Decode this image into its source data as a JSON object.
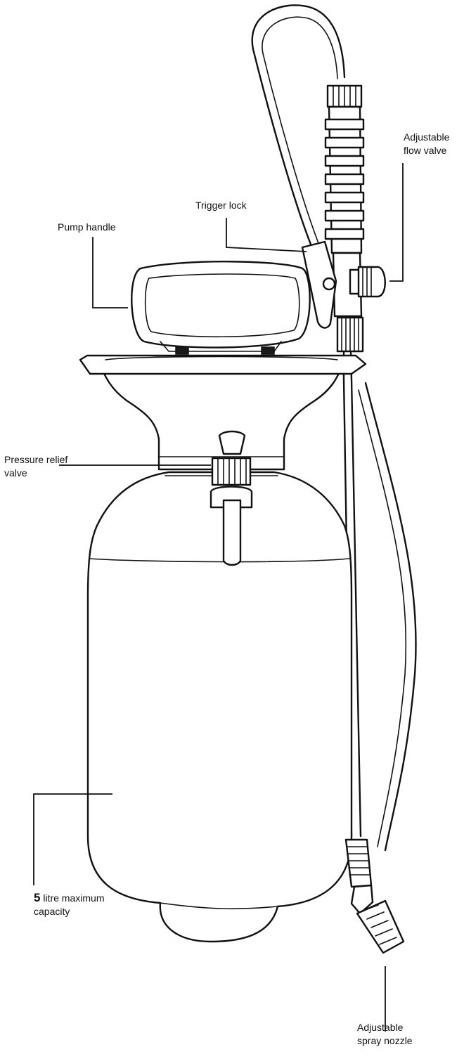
{
  "labels": {
    "flow_valve": {
      "line1": "Adjustable",
      "line2": "flow valve"
    },
    "trigger_lock": {
      "line1": "Trigger lock"
    },
    "pump_handle": {
      "line1": "Pump handle"
    },
    "relief_valve": {
      "line1": "Pressure relief",
      "line2": "valve"
    },
    "capacity": {
      "number": "5",
      "line1_rest": " litre maximum",
      "line2": "capacity"
    },
    "spray_nozzle": {
      "line1": "Adjustable",
      "line2": "spray nozzle"
    }
  },
  "colors": {
    "ink": "#111111",
    "background": "#ffffff"
  }
}
